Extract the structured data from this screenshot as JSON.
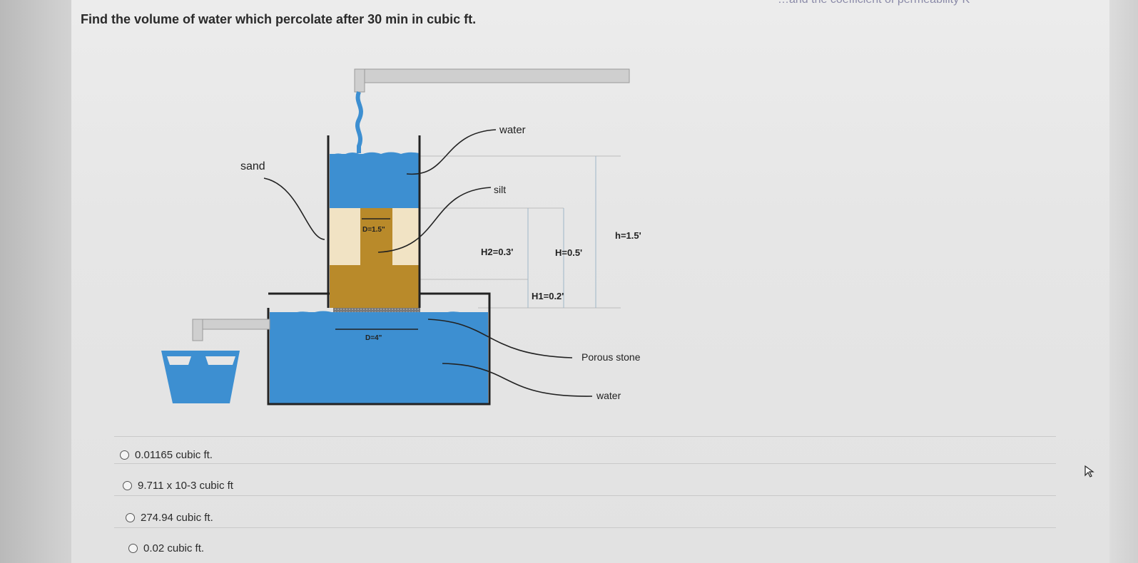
{
  "header": {
    "clipped_text": "…and the coefficient of permeability K",
    "question": "Find the volume of water which percolate after 30 min in cubic ft."
  },
  "diagram": {
    "labels": {
      "water_top": "water",
      "sand": "sand",
      "silt": "silt",
      "d_small": "D=1.5\"",
      "d_large": "D=4\"",
      "h2": "H2=0.3'",
      "H": "H=0.5'",
      "h": "h=1.5'",
      "h1": "H1=0.2'",
      "porous_stone": "Porous stone",
      "water_bottom": "water"
    },
    "colors": {
      "water": "#3d8fd1",
      "sand": "#f1e3c4",
      "silt": "#b98a2a",
      "porous_stone": "#6d6d6d",
      "pipe": "#cfcfcf"
    }
  },
  "options": [
    {
      "label": "0.01165 cubic ft."
    },
    {
      "label": "9.711 x 10-3 cubic ft"
    },
    {
      "label": "274.94 cubic ft."
    },
    {
      "label": "0.02 cubic ft."
    }
  ]
}
